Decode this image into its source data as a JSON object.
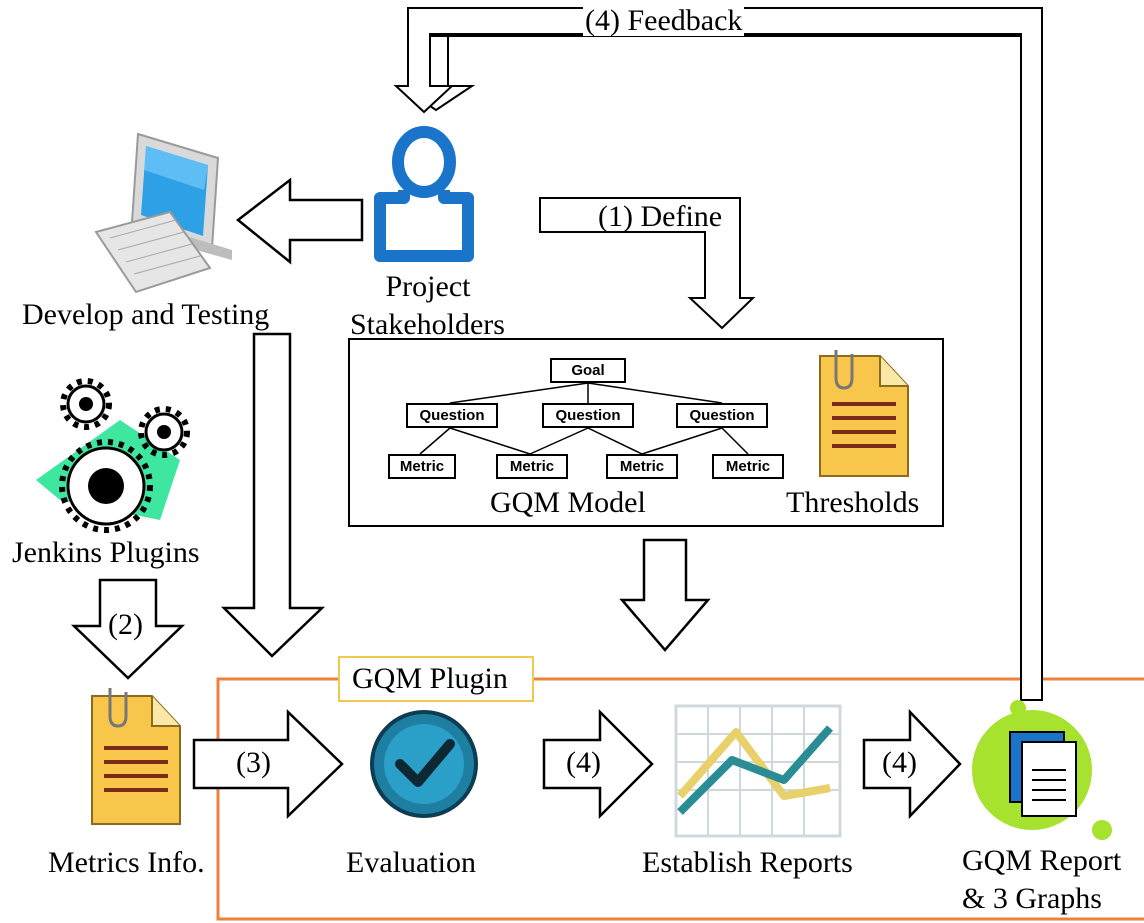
{
  "labels": {
    "feedback": "(4) Feedback",
    "define": "(1) Define",
    "stakeholders_line1": "Project",
    "stakeholders_line2": "Stakeholders",
    "develop_testing": "Develop and Testing",
    "jenkins_plugins": "Jenkins Plugins",
    "step2": "(2)",
    "step3": "(3)",
    "step4a": "(4)",
    "step4b": "(4)",
    "metrics_info": "Metrics Info.",
    "evaluation": "Evaluation",
    "establish_reports": "Establish Reports",
    "gqm_report_line1": "GQM Report",
    "gqm_report_line2": "& 3 Graphs",
    "gqm_plugin": "GQM Plugin",
    "gqm_model": "GQM Model",
    "thresholds": "Thresholds"
  },
  "gqm_tree": {
    "goal": "Goal",
    "questions": [
      "Question",
      "Question",
      "Question"
    ],
    "metrics": [
      "Metric",
      "Metric",
      "Metric",
      "Metric"
    ]
  },
  "colors": {
    "plugin_border": "#e8823c",
    "plugin_label_border": "#f2c94c",
    "person_blue": "#1a74c9",
    "gear_green": "#3ee6a0",
    "report_green": "#a6e22e",
    "doc_yellow": "#f7c64a",
    "chart_teal": "#2a8c94",
    "chart_yellow": "#e8d06a",
    "eval_blue": "#1e7fa3"
  }
}
